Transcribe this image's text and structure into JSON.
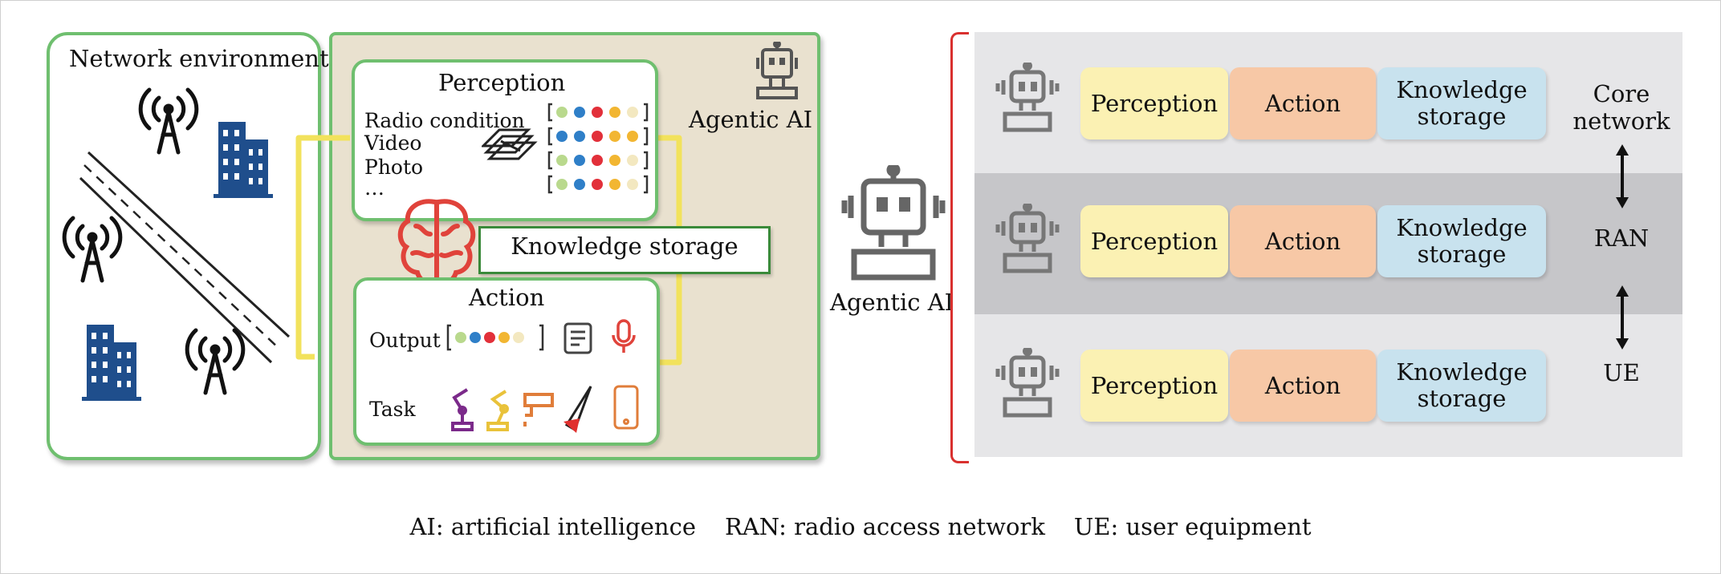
{
  "left": {
    "env_title": "Network environment",
    "perception_title": "Perception",
    "perception_inputs": [
      "Radio condition",
      "Video",
      "Photo",
      "…"
    ],
    "knowledge_label": "Knowledge storage",
    "action_title": "Action",
    "output_label": "Output",
    "task_label": "Task",
    "agentic_label": "Agentic AI"
  },
  "middle": {
    "agentic_label": "Agentic AI"
  },
  "right": {
    "layers": [
      {
        "perception": "Perception",
        "action": "Action",
        "knowledge": "Knowledge storage",
        "name": "Core network"
      },
      {
        "perception": "Perception",
        "action": "Action",
        "knowledge": "Knowledge storage",
        "name": "RAN"
      },
      {
        "perception": "Perception",
        "action": "Action",
        "knowledge": "Knowledge storage",
        "name": "UE"
      }
    ]
  },
  "caption": {
    "ai": "AI: artificial intelligence",
    "ran": "RAN: radio access network",
    "ue": "UE: user equipment"
  },
  "colors": {
    "green_border": "#6fbf6f",
    "agent_bg": "#e9e1cf",
    "perception": "#fbf1b3",
    "action": "#f7c8a6",
    "knowledge": "#c8e2ee",
    "layer_light": "#e6e6e8",
    "layer_dark": "#c6c6c9",
    "bracket": "#d9302e",
    "arrow_yellow": "#f2e25c"
  }
}
